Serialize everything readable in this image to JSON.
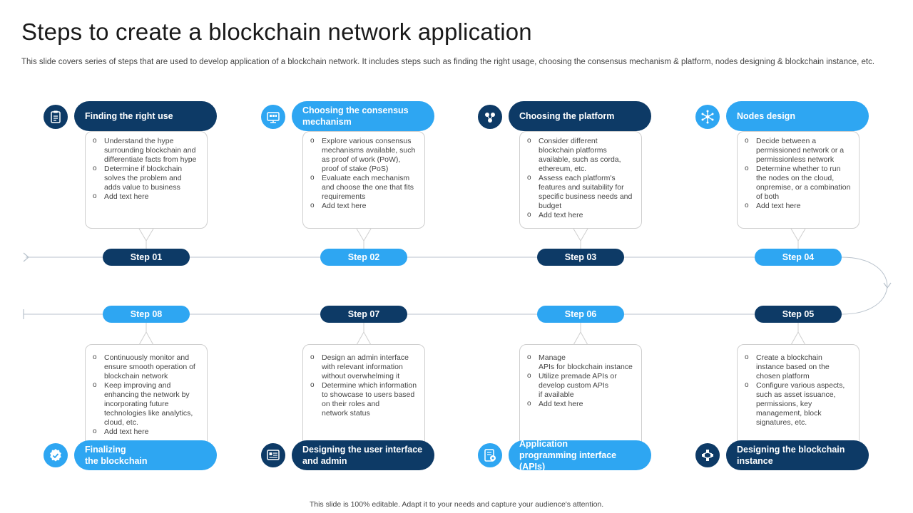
{
  "title": "Steps to create a blockchain network application",
  "subtitle": "This slide covers series of steps that are used to develop application of a   blockchain network. It includes steps such as finding the right usage, choosing the consensus mechanism & platform, nodes designing & blockchain instance, etc.",
  "footer": "This slide is 100% editable. Adapt it to your needs and capture your audience's attention.",
  "colors": {
    "dark": "#0d3a66",
    "light": "#2ea6f2",
    "line": "#b8c2cc"
  },
  "steps": [
    {
      "label": "Step 01",
      "title": "Finding the right use",
      "theme": "dark",
      "icon": "clipboard-icon",
      "bullets": [
        "Understand the hype surrounding blockchain and differentiate facts from hype",
        "Determine if blockchain solves the problem and adds value to business",
        "Add text here"
      ]
    },
    {
      "label": "Step 02",
      "title": "Choosing the consensus\nmechanism",
      "theme": "light",
      "icon": "network-grid-icon",
      "bullets": [
        "Explore various consensus mechanisms available, such as proof of work (PoW), proof of stake (PoS)",
        "Evaluate each mechanism and choose the one that fits requirements",
        "Add text here"
      ]
    },
    {
      "label": "Step 03",
      "title": "Choosing the platform",
      "theme": "dark",
      "icon": "nodes-icon",
      "bullets": [
        "Consider different blockchain platforms available, such as corda, ethereum, etc.",
        "Assess each platform's features and suitability for specific business needs and budget",
        "Add text here"
      ]
    },
    {
      "label": "Step 04",
      "title": "Nodes design",
      "theme": "light",
      "icon": "hub-icon",
      "bullets": [
        "Decide between a permissioned network or a permissionless network",
        "Determine whether to run the nodes on the cloud, onpremise, or a combination of both",
        "Add text here"
      ]
    },
    {
      "label": "Step 05",
      "title": "Designing the blockchain\ninstance",
      "theme": "dark",
      "icon": "blockchain-icon",
      "bullets": [
        "Create a blockchain instance based on the chosen platform",
        "Configure various aspects, such as asset issuance, permissions, key management,  block signatures, etc."
      ]
    },
    {
      "label": "Step 06",
      "title": "Application\nprogramming interface (APIs)",
      "theme": "light",
      "icon": "api-document-icon",
      "bullets": [
        "Manage\nAPIs  for blockchain instance",
        "Utilize premade APIs or develop custom APIs\nif available",
        "Add text here"
      ]
    },
    {
      "label": "Step 07",
      "title": "Designing the user interface\nand admin",
      "theme": "dark",
      "icon": "dashboard-icon",
      "bullets": [
        "Design an admin interface with relevant information without overwhelming it",
        "Determine which information to showcase to users based on their roles and\nnetwork status"
      ]
    },
    {
      "label": "Step 08",
      "title": "Finalizing\nthe blockchain",
      "theme": "light",
      "icon": "badge-check-icon",
      "bullets": [
        "Continuously monitor and ensure smooth operation of blockchain network",
        "Keep improving and enhancing the network by incorporating future technologies like analytics, cloud, etc.",
        "Add text here"
      ]
    }
  ]
}
